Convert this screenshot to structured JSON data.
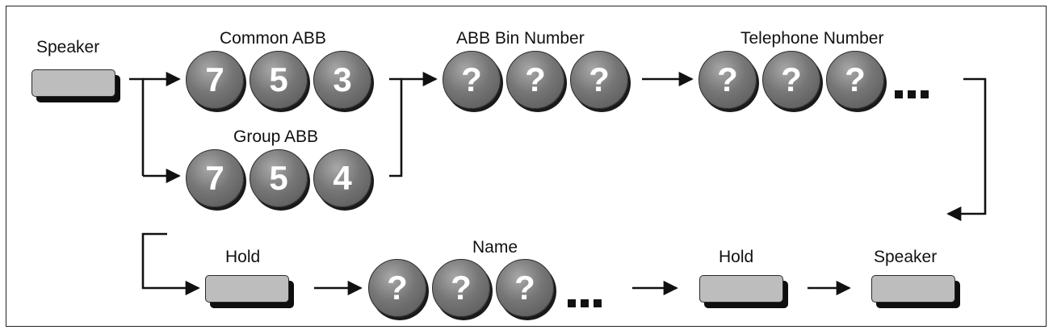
{
  "labels": {
    "speaker_start": "Speaker",
    "common_abb": "Common ABB",
    "group_abb": "Group ABB",
    "abb_bin_number": "ABB Bin Number",
    "telephone_number": "Telephone Number",
    "hold_first": "Hold",
    "name": "Name",
    "hold_second": "Hold",
    "speaker_end": "Speaker"
  },
  "keys": {
    "common_abb": [
      "7",
      "5",
      "3"
    ],
    "group_abb": [
      "7",
      "5",
      "4"
    ],
    "abb_bin": [
      "?",
      "?",
      "?"
    ],
    "telephone": [
      "?",
      "?",
      "?"
    ],
    "name": [
      "?",
      "?",
      "?"
    ]
  },
  "ellipsis": "■■■",
  "colors": {
    "key_fill": "#6e6e6e",
    "button_fill": "#bdbdbd",
    "line": "#111111"
  }
}
